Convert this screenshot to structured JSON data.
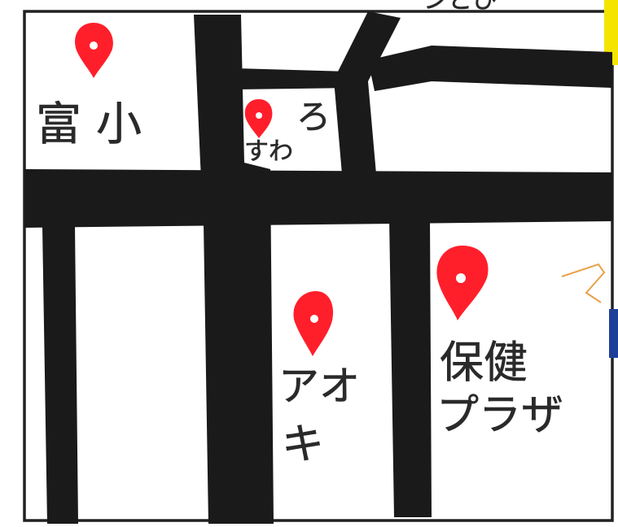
{
  "map": {
    "colors": {
      "road": "#1a1a1a",
      "pin": "#ff1f2b",
      "pin_hole": "#ffffff",
      "paper": "#ffffff",
      "border": "#222222",
      "text": "#2a2a2a",
      "edge_yellow": "#f5e400",
      "edge_blue": "#1d3f9a",
      "scribble_orange": "#e8a24a"
    },
    "top_cut_text": "ンとひ",
    "places": {
      "school": {
        "line1": "富",
        "line2": "小"
      },
      "store": {
        "line1": "すわ",
        "line2": "ろ"
      },
      "aoki": {
        "line1": "アオ",
        "line2": "キ"
      },
      "health_plaza": {
        "line1": "保健",
        "line2": "プラザ"
      }
    },
    "icons": {
      "pin": "map-pin-icon"
    }
  }
}
